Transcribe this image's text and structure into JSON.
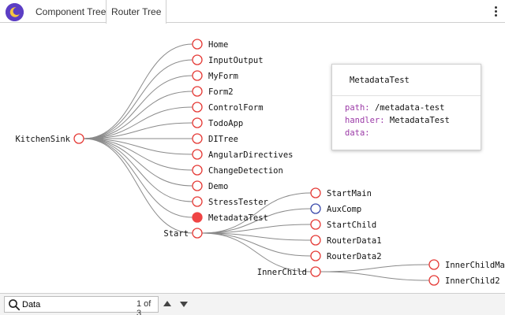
{
  "tabs": [
    {
      "label": "Component Tree"
    },
    {
      "label": "Router Tree"
    }
  ],
  "tree": {
    "root": "KitchenSink",
    "children": [
      "Home",
      "InputOutput",
      "MyForm",
      "Form2",
      "ControlForm",
      "TodoApp",
      "DITree",
      "AngularDirectives",
      "ChangeDetection",
      "Demo",
      "StressTester",
      "MetadataTest",
      "Start"
    ],
    "start_children": [
      "StartMain",
      "AuxComp",
      "StartChild",
      "RouterData1",
      "RouterData2",
      "InnerChild"
    ],
    "inner_children": [
      "InnerChildMa",
      "InnerChild2"
    ],
    "selected": "MetadataTest",
    "aux": "AuxComp"
  },
  "popup": {
    "title": "MetadataTest",
    "rows": [
      {
        "key": "path:",
        "value": "/metadata-test"
      },
      {
        "key": "handler:",
        "value": "MetadataTest"
      },
      {
        "key": "data:",
        "value": ""
      }
    ]
  },
  "search": {
    "value": "Data",
    "match_count": "1 of 3"
  },
  "colors": {
    "node_stroke": "#e53935",
    "node_selected_fill": "#ef4444",
    "aux_stroke": "#3949ab",
    "link": "#8a8a8a",
    "logo": "#5c3ec4",
    "key": "#9b3aa7"
  }
}
